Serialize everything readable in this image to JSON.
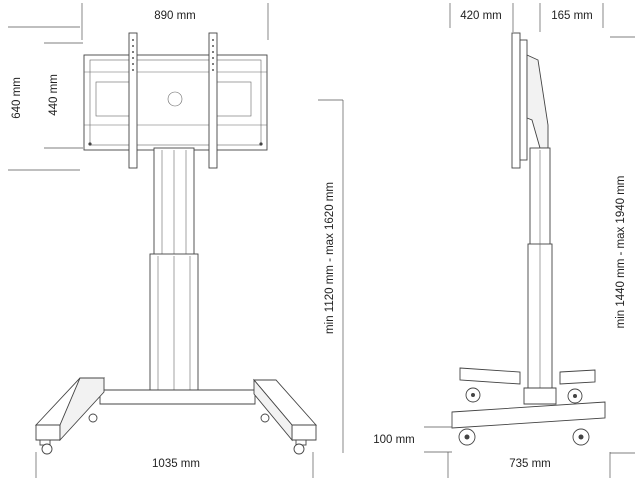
{
  "front_view": {
    "width_top": "890 mm",
    "height_outer": "640 mm",
    "height_inner": "440 mm",
    "height_range": "min 1120 mm - max 1620 mm",
    "base_width": "1035 mm"
  },
  "side_view": {
    "depth_left": "420 mm",
    "depth_right": "165 mm",
    "height_range": "min 1440 mm - max 1940 mm",
    "ground_clearance": "100 mm",
    "base_depth": "735 mm"
  }
}
